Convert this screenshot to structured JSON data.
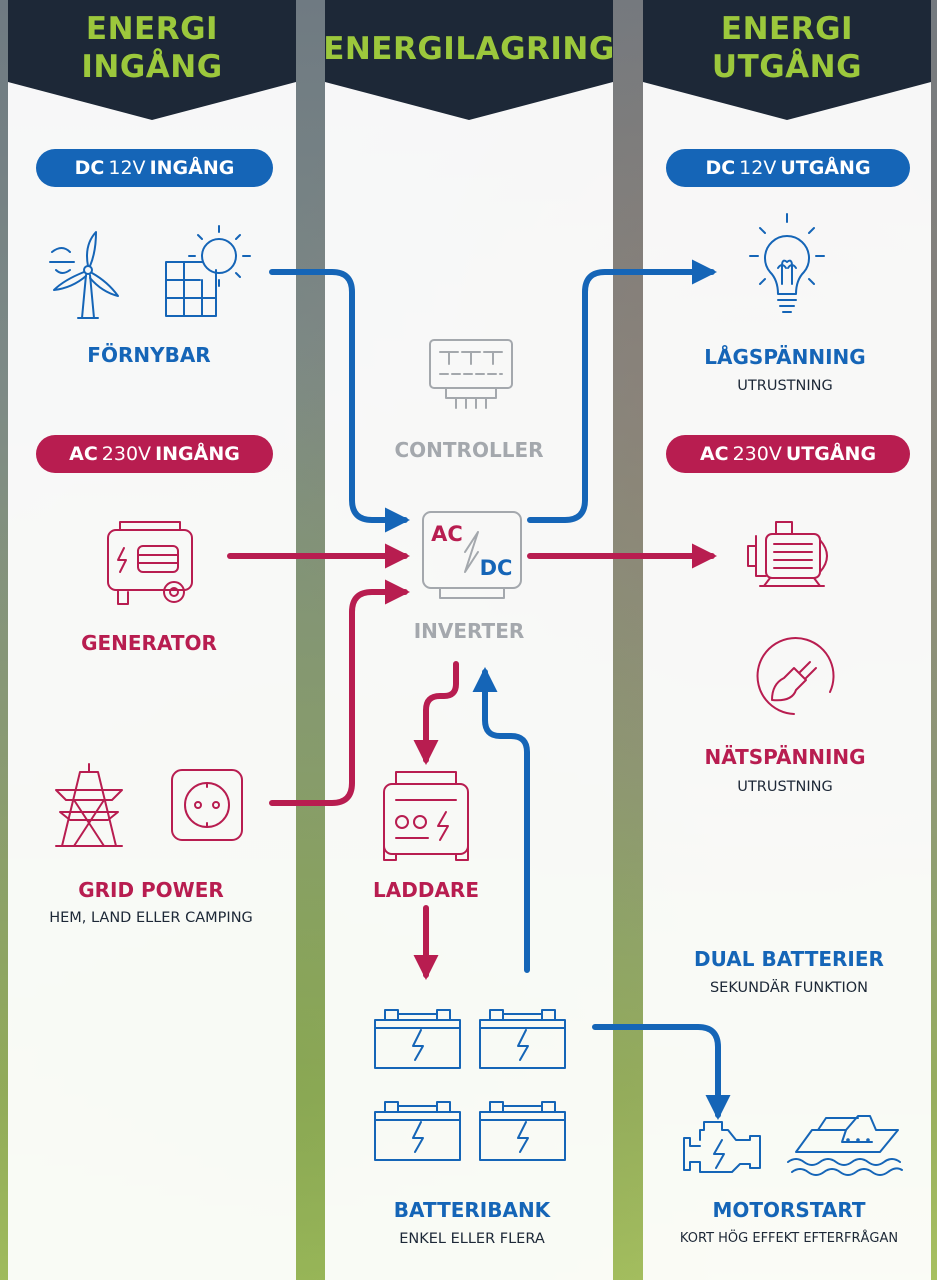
{
  "headers": {
    "input": [
      "ENERGI",
      "INGÅNG"
    ],
    "storage": "ENERGILAGRING",
    "output": [
      "ENERGI",
      "UTGÅNG"
    ]
  },
  "pills": {
    "dc_in": {
      "a": "DC",
      "b": "12V",
      "c": "INGÅNG"
    },
    "ac_in": {
      "a": "AC",
      "b": "230V",
      "c": "INGÅNG"
    },
    "dc_out": {
      "a": "DC",
      "b": "12V",
      "c": "UTGÅNG"
    },
    "ac_out": {
      "a": "AC",
      "b": "230V",
      "c": "UTGÅNG"
    }
  },
  "labels": {
    "fornybar": "FÖRNYBAR",
    "generator": "GENERATOR",
    "grid_power": "GRID POWER",
    "grid_sub": "HEM, LAND ELLER CAMPING",
    "controller": "CONTROLLER",
    "inverter": "INVERTER",
    "inverter_ac": "AC",
    "inverter_dc": "DC",
    "laddare": "LADDARE",
    "batteribank": "BATTERIBANK",
    "batteribank_sub": "ENKEL ELLER FLERA",
    "lagspanning": "LÅGSPÄNNING",
    "lagspanning_sub": "UTRUSTNING",
    "natspanning": "NÄTSPÄNNING",
    "natspanning_sub": "UTRUSTNING",
    "dual": "DUAL BATTERIER",
    "dual_sub": "SEKUNDÄR FUNKTION",
    "motorstart": "MOTORSTART",
    "motorstart_sub": "KORT HÖG EFFEKT EFTERFRÅGAN"
  },
  "colors": {
    "dc_blue": "#1565b7",
    "ac_red": "#b81d50",
    "header_navy": "#1d2837",
    "header_green": "#9cc83c",
    "neutral_grey": "#a4a8ad"
  },
  "icons": [
    "wind-turbine-icon",
    "solar-panel-icon",
    "generator-icon",
    "pylon-icon",
    "socket-icon",
    "controller-icon",
    "inverter-icon",
    "charger-icon",
    "battery-icon",
    "lightbulb-icon",
    "motor-icon",
    "plug-icon",
    "engine-icon",
    "boat-icon"
  ]
}
